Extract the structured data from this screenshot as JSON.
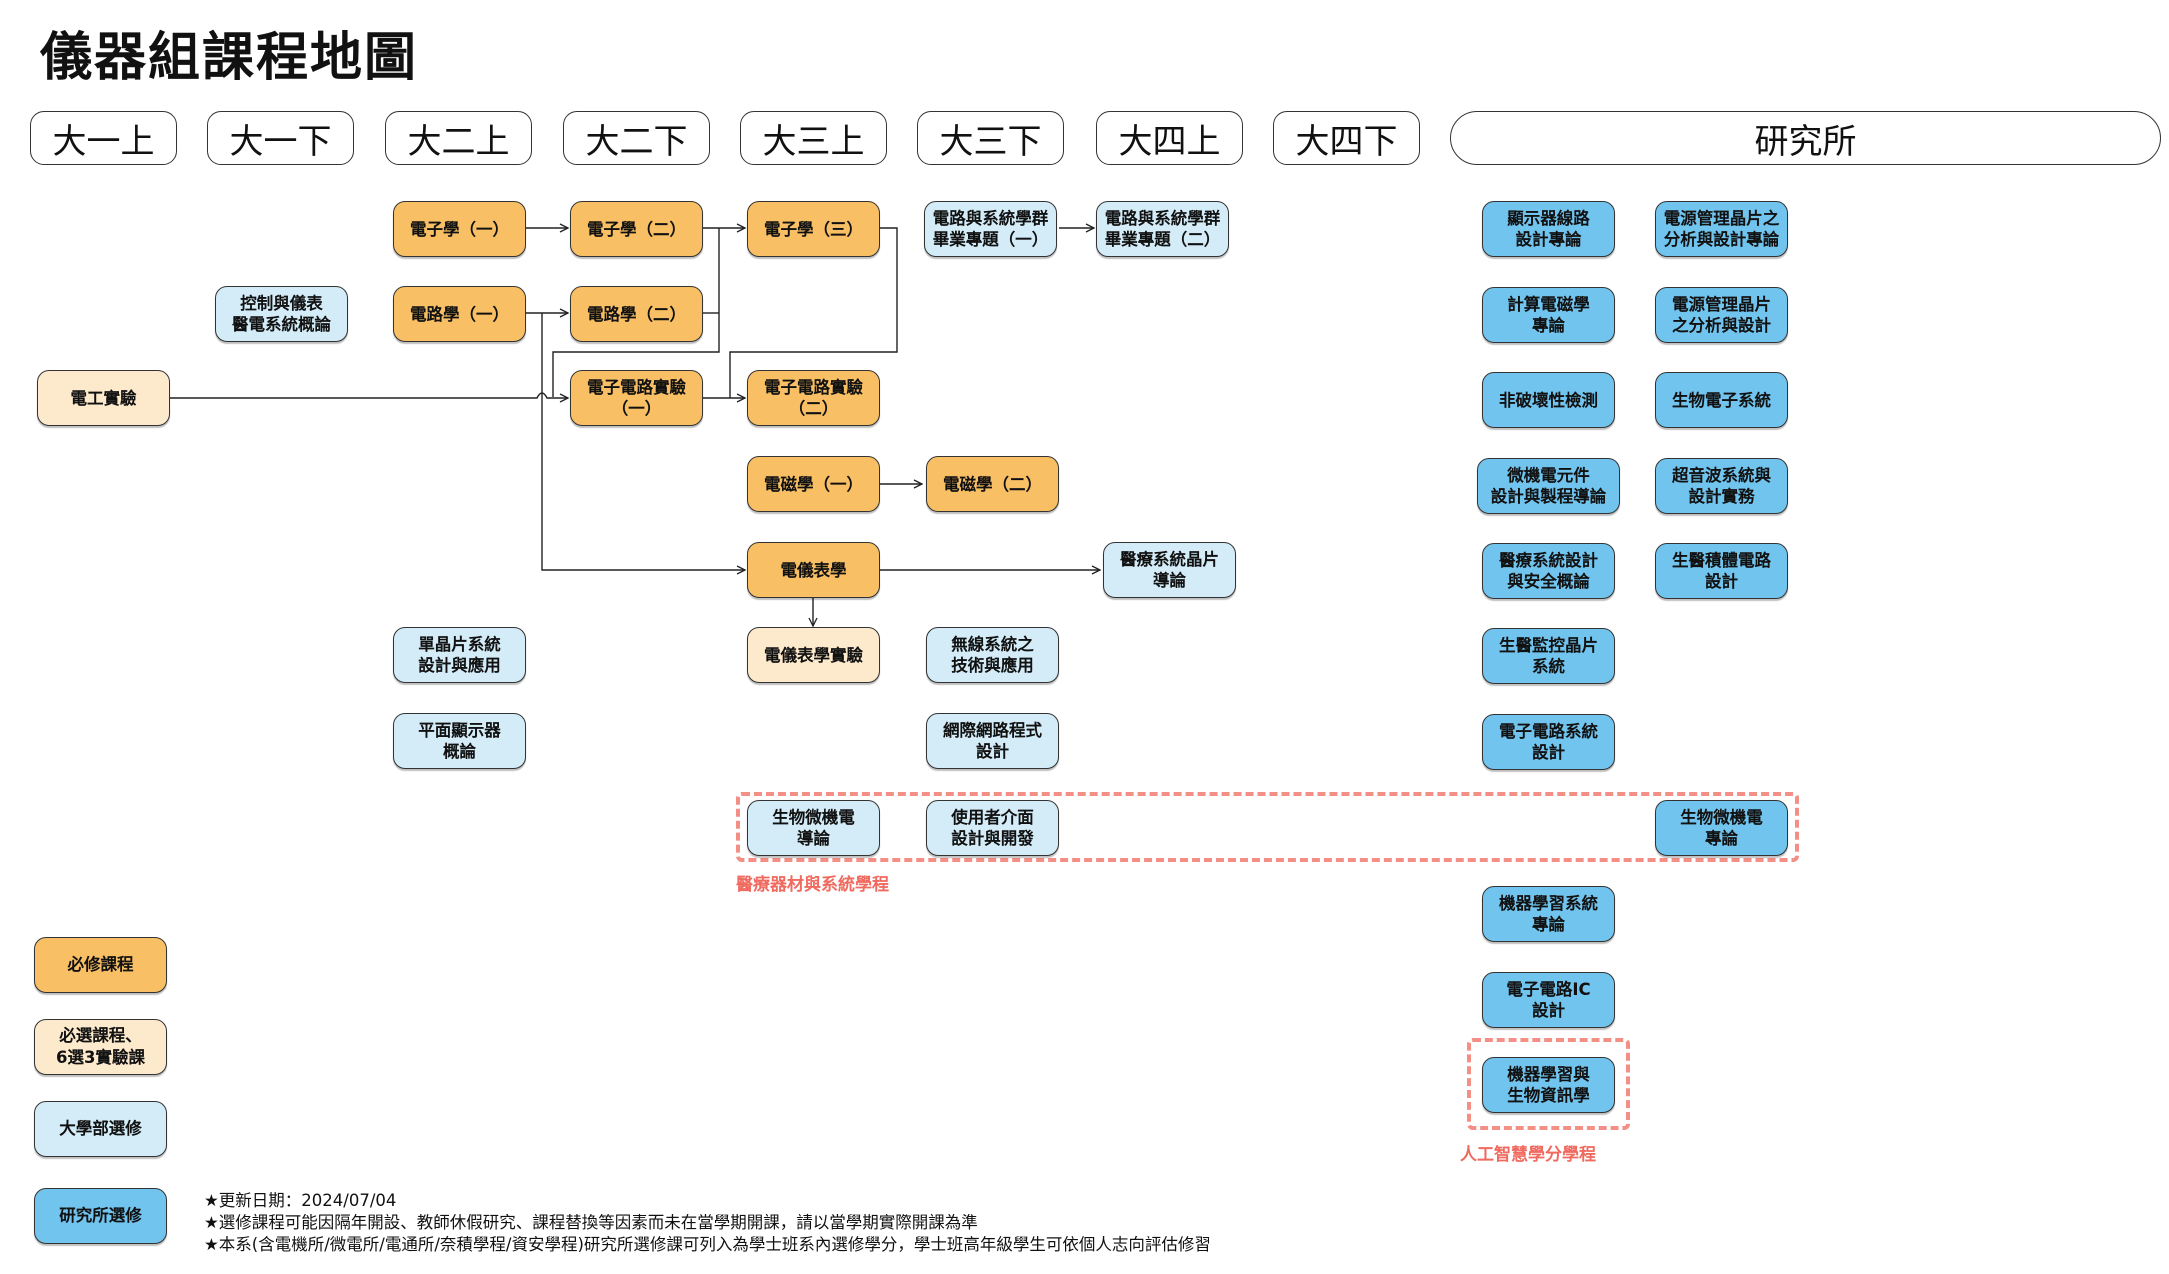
{
  "title": "儀器組課程地圖",
  "semesters": [
    {
      "label": "大一上"
    },
    {
      "label": "大一下"
    },
    {
      "label": "大二上"
    },
    {
      "label": "大二下"
    },
    {
      "label": "大三上"
    },
    {
      "label": "大三下"
    },
    {
      "label": "大四上"
    },
    {
      "label": "大四下"
    },
    {
      "label": "研究所"
    }
  ],
  "colors": {
    "required": "#f8bf65",
    "required_elective_lab": "#fde9cc",
    "undergrad_elective": "#d3ecf8",
    "grad_elective": "#71c4ee",
    "program_outline": "#f48f85"
  },
  "courses": {
    "electronics1": "電子學（一）",
    "electronics2": "電子學（二）",
    "electronics3": "電子學（三）",
    "circuits1": "電路學（一）",
    "circuits2": "電路學（二）",
    "elec_lab": "電工實驗",
    "ecircuit_lab1": "電子電路實驗\n（一）",
    "ecircuit_lab2": "電子電路實驗\n（二）",
    "em1": "電磁學（一）",
    "em2": "電磁學（二）",
    "instrumentation": "電儀表學",
    "instrumentation_lab": "電儀表學實驗",
    "control_intro": "控制與儀表\n醫電系統概論",
    "capstone1": "電路與系統學群\n畢業專題（一）",
    "capstone2": "電路與系統學群\n畢業專題（二）",
    "medical_chip_intro": "醫療系統晶片\n導論",
    "mcu": "單晶片系統\n設計與應用",
    "flat_display": "平面顯示器\n概論",
    "wireless": "無線系統之\n技術與應用",
    "web_programming": "網際網路程式\n設計",
    "biomems_intro": "生物微機電\n導論",
    "ui_design": "使用者介面\n設計與開發",
    "grad_display_circuit": "顯示器線路\n設計專論",
    "grad_pmic_analysis_topic": "電源管理晶片之\n分析與設計專論",
    "grad_comp_em": "計算電磁學\n專論",
    "grad_pmic_analysis": "電源管理晶片\n之分析與設計",
    "grad_ndt": "非破壞性檢測",
    "grad_bioelectronic": "生物電子系統",
    "grad_mems": "微機電元件\n設計與製程導論",
    "grad_ultrasound": "超音波系統與\n設計實務",
    "grad_medical_safety": "醫療系統設計\n與安全概論",
    "grad_bio_ic": "生醫積體電路\n設計",
    "grad_biomonitor_chip": "生醫監控晶片\n系統",
    "grad_ecircuit_system": "電子電路系統\n設計",
    "grad_biomems_topic": "生物微機電\n專論",
    "grad_ml_system": "機器學習系統\n專論",
    "grad_ecircuit_ic": "電子電路IC\n設計",
    "grad_ml_bioinfo": "機器學習與\n生物資訊學"
  },
  "programs": {
    "medical_devices": "醫療器材與系統學程",
    "ai": "人工智慧學分學程"
  },
  "legend": [
    {
      "label": "必修課程"
    },
    {
      "label": "必選課程、\n6選3實驗課"
    },
    {
      "label": "大學部選修"
    },
    {
      "label": "研究所選修"
    }
  ],
  "footer": [
    "★更新日期：2024/07/04",
    "★選修課程可能因隔年開設、教師休假研究、課程替換等因素而未在當學期開課，請以當學期實際開課為準",
    "★本系(含電機所/微電所/電通所/奈積學程/資安學程)研究所選修課可列入為學士班系內選修學分，學士班高年級學生可依個人志向評估修習"
  ]
}
